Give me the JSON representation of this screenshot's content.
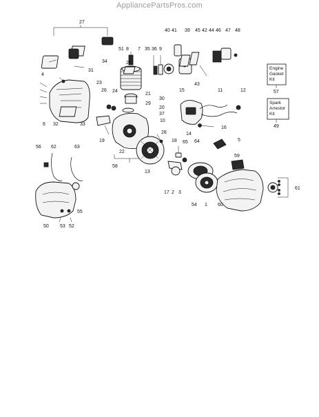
{
  "watermark": "AppliancePartsPros.com",
  "callouts": [
    "27",
    "40",
    "41",
    "39",
    "45",
    "42",
    "44",
    "46",
    "47",
    "48",
    "51",
    "8",
    "7",
    "35",
    "36",
    "9",
    "34",
    "25",
    "4",
    "31",
    "24",
    "21",
    "29",
    "30",
    "20",
    "37",
    "23",
    "26",
    "15",
    "11",
    "12",
    "6",
    "32",
    "33",
    "19",
    "10",
    "13",
    "22",
    "43",
    "14",
    "16",
    "28",
    "18",
    "65",
    "64",
    "5",
    "56",
    "62",
    "63",
    "58",
    "17",
    "2",
    "3",
    "59",
    "54",
    "1",
    "60",
    "61",
    "50",
    "53",
    "52",
    "55",
    "57",
    "49"
  ],
  "kits": [
    {
      "line1": "Engine",
      "line2": "Gasket",
      "line3": "Kit",
      "number": "57"
    },
    {
      "line1": "Spark",
      "line2": "Arrestor",
      "line3": "Kit",
      "number": "49"
    }
  ]
}
